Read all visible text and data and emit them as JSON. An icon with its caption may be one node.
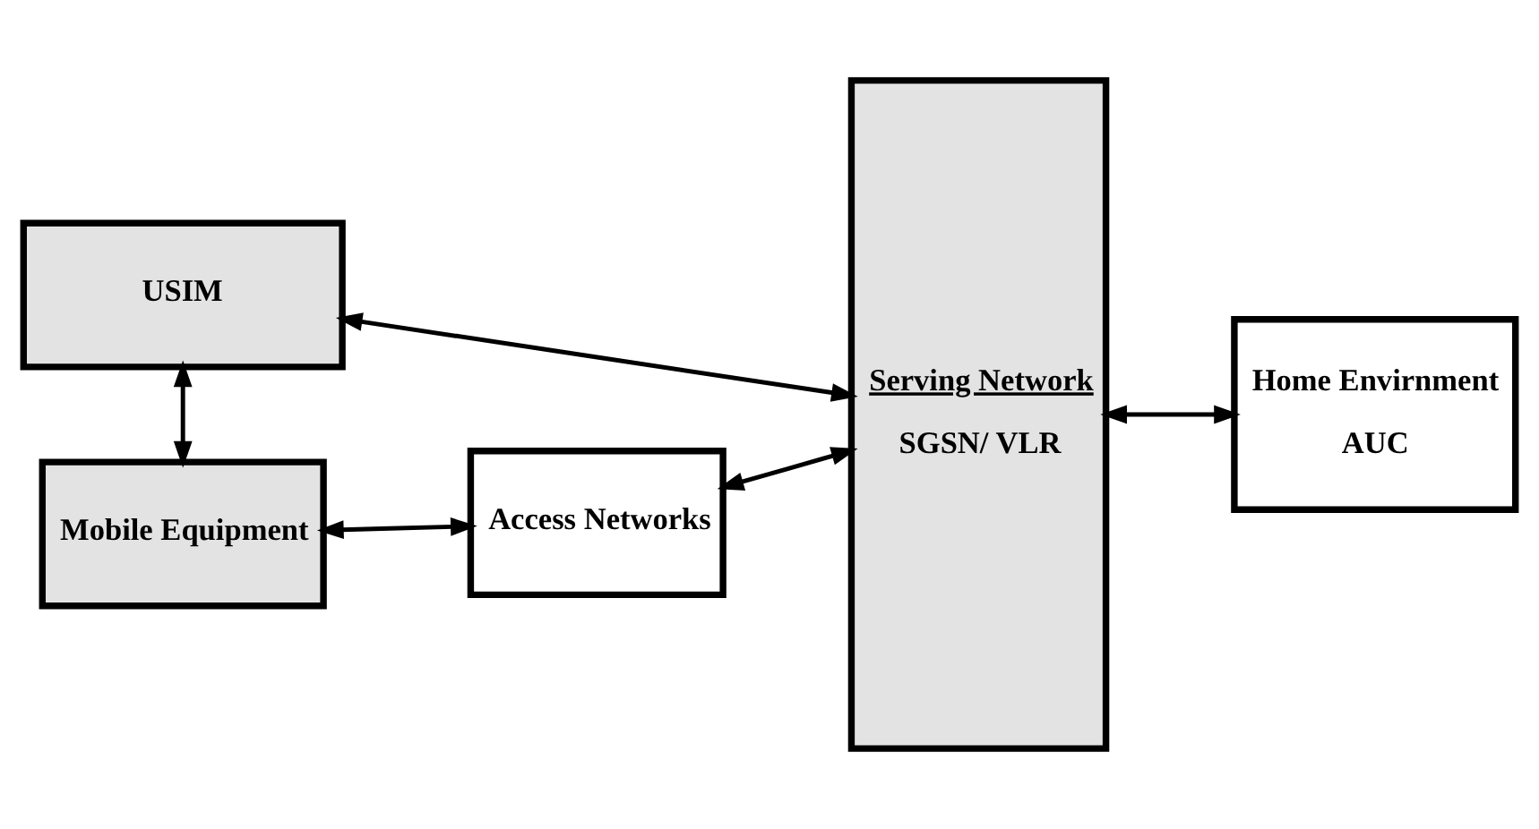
{
  "diagram": {
    "nodes": [
      {
        "text": [
          "USIM"
        ]
      },
      {
        "text": [
          "Serving Network",
          "SGSN/ VLR"
        ]
      },
      {
        "text": [
          "Home Envirnment",
          "AUC"
        ]
      },
      {
        "text": [
          "Mobile Equipment"
        ]
      },
      {
        "text": [
          "Access Networks"
        ]
      }
    ],
    "edges": [
      {
        "from": 0,
        "to": 1,
        "arrow": "both"
      },
      {
        "from": 1,
        "to": 2,
        "arrow": "both"
      },
      {
        "from": 0,
        "to": 3,
        "arrow": "both"
      },
      {
        "from": 3,
        "to": 4,
        "arrow": "both"
      },
      {
        "from": 4,
        "to": 1,
        "arrow": "both"
      }
    ]
  }
}
